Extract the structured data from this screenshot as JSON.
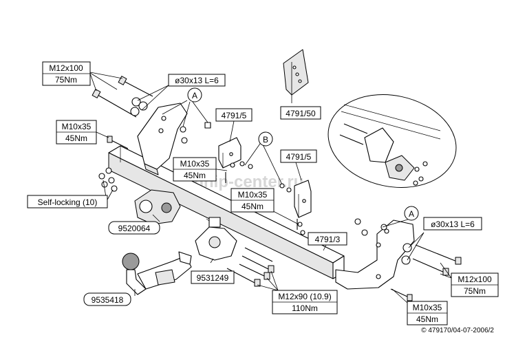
{
  "labels": {
    "bolt_top_left": "M12x100",
    "torque_top_left": "75Nm",
    "spacer_top": "ø30x13 L=6",
    "callout_a_top": "A",
    "bolt_left": "M10x35",
    "torque_left": "45Nm",
    "bracket_top": "4791/5",
    "plate_part": "4791/50",
    "callout_b": "B",
    "bolt_mid": "M10x35",
    "torque_mid": "45Nm",
    "bracket_right": "4791/5",
    "bolt_center": "M10x35",
    "torque_center": "45Nm",
    "self_locking": "Self-locking (10)",
    "part_socket_plate": "9520064",
    "crossbar": "4791/3",
    "callout_a_right": "A",
    "spacer_right": "ø30x13 L=6",
    "bolt_right": "M12x100",
    "torque_right": "75Nm",
    "part_socket": "9531249",
    "part_ball": "9535418",
    "bolt_bottom": "M12x90 (10.9)",
    "torque_bottom": "110Nm",
    "bolt_bottom_right": "M10x35",
    "torque_bottom_right": "45Nm",
    "copyright": "© 479170/04-07-2006/2",
    "watermark": "tehnip-center.ru"
  }
}
